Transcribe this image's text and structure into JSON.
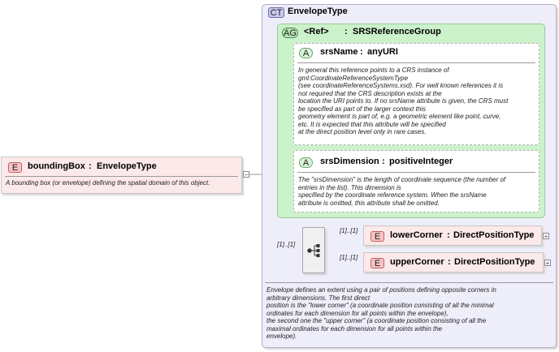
{
  "bounding_box": {
    "badge": "E",
    "name": "boundingBox",
    "sep": ":",
    "type": "EnvelopeType",
    "doc": "A bounding box (or envelope) defining the spatial domain of this object."
  },
  "complex_type": {
    "badge": "CT",
    "name": "EnvelopeType",
    "doc_lines": [
      "Envelope defines an extent using a pair of positions defining opposite corners in",
      "arbitrary dimensions. The first direct",
      "position is the \"lower corner\" (a coordinate position consisting of all the minimal",
      "ordinates for each dimension for all points within the envelope),",
      "the second one the \"upper corner\" (a coordinate position consisting of all the",
      "maximal ordinates for each dimension for all points within the",
      "envelope)."
    ]
  },
  "attribute_group": {
    "badge": "AG",
    "ref_label": "<Ref>",
    "sep": ":",
    "name": "SRSReferenceGroup"
  },
  "attributes": [
    {
      "badge": "A",
      "name": "srsName",
      "sep": ":",
      "type": "anyURI",
      "doc_lines": [
        "In general this reference points to a CRS instance of",
        "gml:CoordinateReferenceSystemType",
        "(see coordinateReferenceSystems.xsd). For well known references it is",
        "not required that the CRS description exists at the",
        "location the URI points to. If no srsName attribute is given, the CRS must",
        "be specified as part of the larger context this",
        "geometry element is part of, e.g. a geometric element like point, curve,",
        "etc. It is expected that this attribute will be specified",
        "at the direct position level only in rare cases."
      ]
    },
    {
      "badge": "A",
      "name": "srsDimension",
      "sep": ":",
      "type": "positiveInteger",
      "doc_lines": [
        "The \"srsDimension\" is the length of coordinate sequence (the number of",
        "entries in the list). This dimension is",
        "specified by the coordinate reference system. When the srsName",
        "attribute is omitted, this attribute shall be omitted."
      ]
    }
  ],
  "sequence": {
    "cardinality": "[1]..[1]"
  },
  "children": [
    {
      "badge": "E",
      "name": "lowerCorner",
      "sep": ":",
      "type": "DirectPositionType",
      "cardinality": "[1]..[1]"
    },
    {
      "badge": "E",
      "name": "upperCorner",
      "sep": ":",
      "type": "DirectPositionType",
      "cardinality": "[1]..[1]"
    }
  ],
  "expand_symbol": "+",
  "collapse_symbol": "−"
}
